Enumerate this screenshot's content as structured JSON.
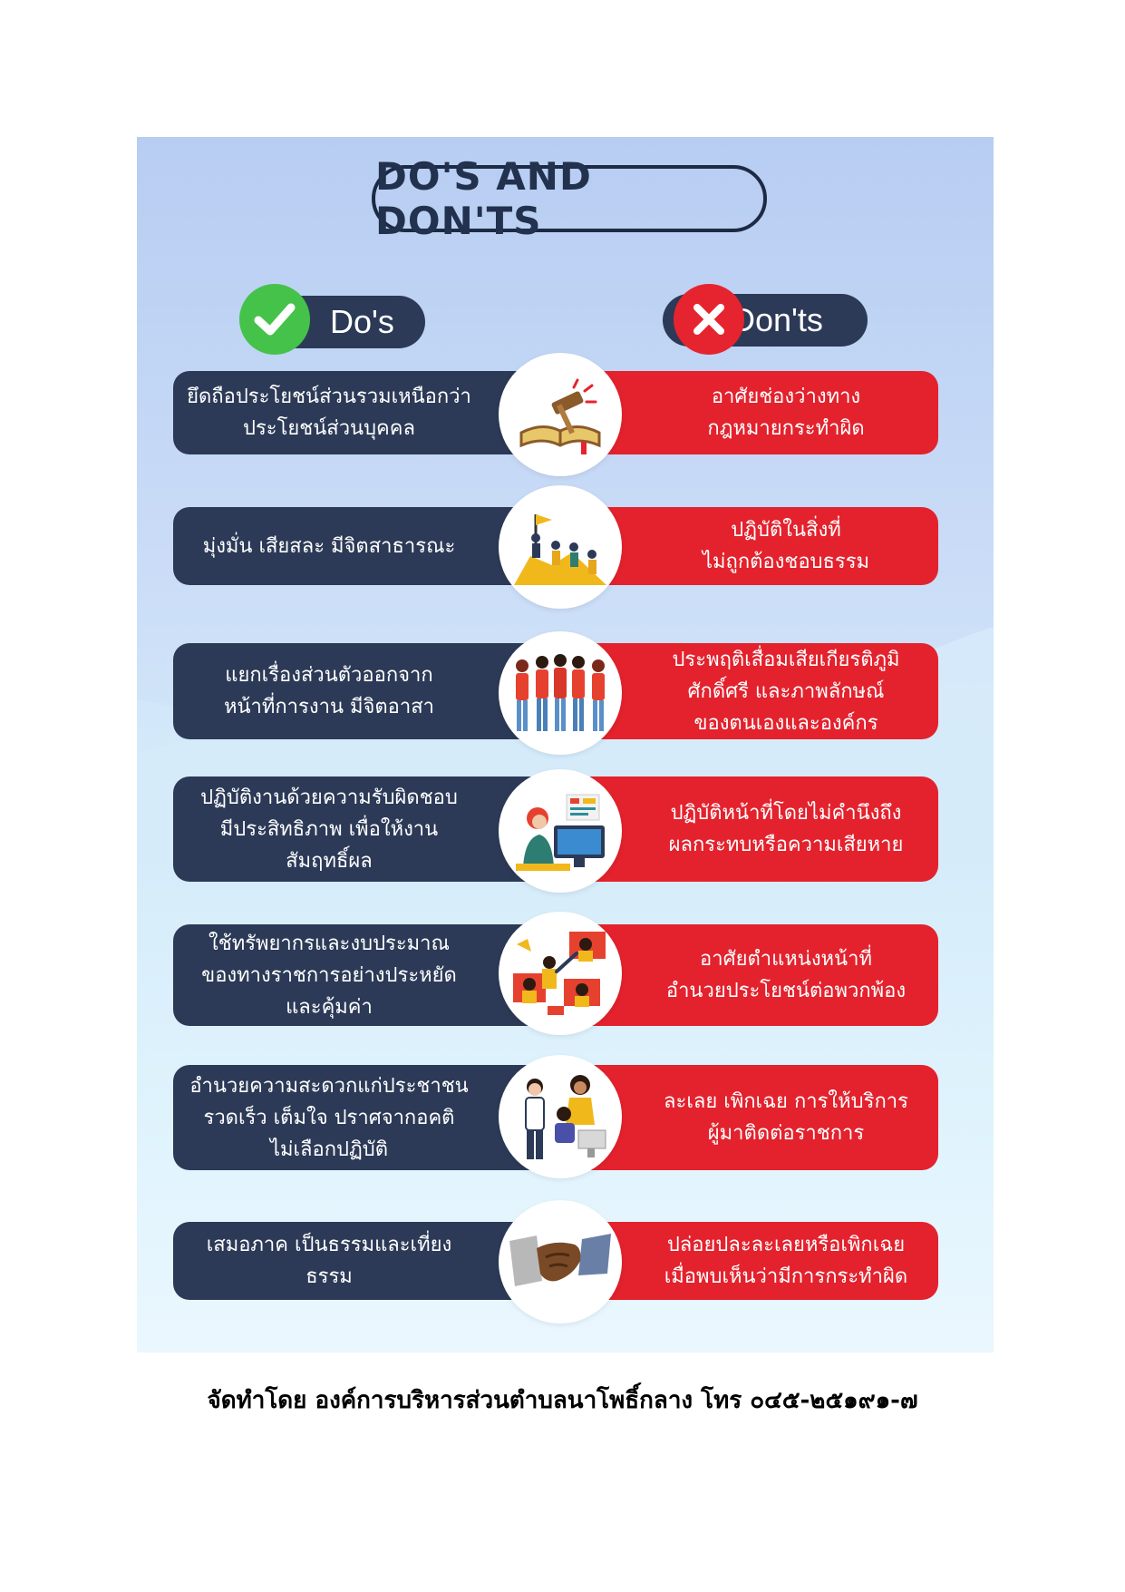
{
  "poster": {
    "title": "DO'S AND DON'TS",
    "do_heading": "Do's",
    "dont_heading": "Don'ts",
    "rows": [
      {
        "do": "ยึดถือประโยชน์ส่วนรวมเหนือกว่า\nประโยชน์ส่วนบุคคล",
        "icon": "gavel-book-icon",
        "dont": "อาศัยช่องว่างทาง\nกฎหมายกระทำผิด"
      },
      {
        "do": "มุ่งมั่น เสียสละ มีจิตสาธารณะ",
        "icon": "team-climbing-flag-icon",
        "dont": "ปฏิบัติในสิ่งที่\nไม่ถูกต้องชอบธรรม"
      },
      {
        "do": "แยกเรื่องส่วนตัวออกจาก\nหน้าที่การงาน มีจิตอาสา",
        "icon": "group-of-people-icon",
        "dont": "ประพฤติเสื่อมเสียเกียรติภูมิ\nศักดิ์ศรี และภาพลักษณ์\nของตนเองและองค์กร"
      },
      {
        "do": "ปฏิบัติงานด้วยความรับผิดชอบ\nมีประสิทธิภาพ เพื่อให้งาน\nสัมฤทธิ์ผล",
        "icon": "office-worker-computer-icon",
        "dont": "ปฏิบัติหน้าที่โดยไม่คำนึงถึง\nผลกระทบหรือความเสียหาย"
      },
      {
        "do": "ใช้ทรัพยากรและงบประมาณ\nของทางราชการอย่างประหยัด\nและคุ้มค่า",
        "icon": "teamwork-collaboration-icon",
        "dont": "อาศัยตำแหน่งหน้าที่\nอำนวยประโยชน์ต่อพวกพ้อง"
      },
      {
        "do": "อำนวยความสะดวกแก่ประชาชน\nรวดเร็ว เต็มใจ ปราศจากอคติ\nไม่เลือกปฏิบัติ",
        "icon": "service-staff-icon",
        "dont": "ละเลย เพิกเฉย การให้บริการ\nผู้มาติดต่อราชการ"
      },
      {
        "do": "เสมอภาค เป็นธรรมและเที่ยงธรรม",
        "icon": "handshake-icon",
        "dont": "ปล่อยปละละเลยหรือเพิกเฉย\nเมื่อพบเห็นว่ามีการกระทำผิด"
      }
    ]
  },
  "footer": "จัดทำโดย องค์การบริหารส่วนตำบลนาโพธิ์กลาง โทร ๐๔๕-๒๕๑๙๑-๗",
  "colors": {
    "navy": "#2c3a57",
    "red": "#e3222d",
    "green": "#45c24a",
    "title": "#22314d"
  }
}
